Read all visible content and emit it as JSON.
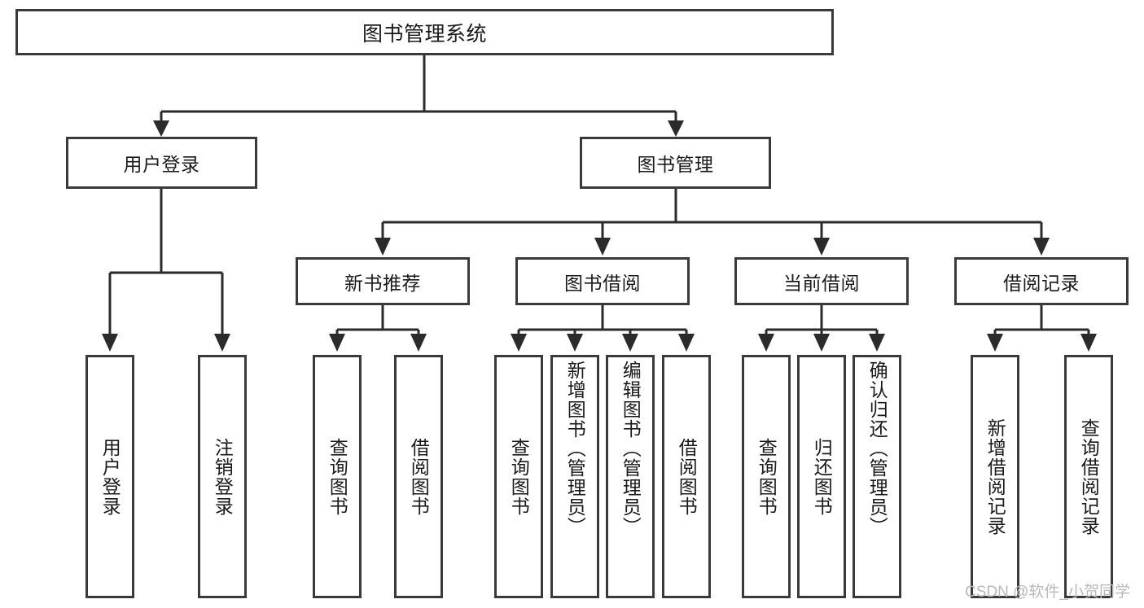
{
  "diagram": {
    "title": "图书管理系统",
    "type": "function-hierarchy-tree",
    "root": {
      "label": "图书管理系统"
    },
    "level2": [
      {
        "id": "user-login",
        "label": "用户登录"
      },
      {
        "id": "book-management",
        "label": "图书管理"
      }
    ],
    "level3": [
      {
        "id": "new-book-recommend",
        "label": "新书推荐",
        "parent": "book-management"
      },
      {
        "id": "book-borrow",
        "label": "图书借阅",
        "parent": "book-management"
      },
      {
        "id": "current-borrow",
        "label": "当前借阅",
        "parent": "book-management"
      },
      {
        "id": "borrow-record",
        "label": "借阅记录",
        "parent": "book-management"
      }
    ],
    "leaves": [
      {
        "id": "leaf-user-login",
        "label": "用户登录",
        "parent": "user-login"
      },
      {
        "id": "leaf-user-logout",
        "label": "注销登录",
        "parent": "user-login"
      },
      {
        "id": "leaf-query-book-1",
        "label": "查询图书",
        "parent": "new-book-recommend"
      },
      {
        "id": "leaf-borrow-book-1",
        "label": "借阅图书",
        "parent": "new-book-recommend"
      },
      {
        "id": "leaf-query-book-2",
        "label": "查询图书",
        "parent": "book-borrow"
      },
      {
        "id": "leaf-add-book",
        "label": "新增图书（管理员）",
        "parent": "book-borrow"
      },
      {
        "id": "leaf-edit-book",
        "label": "编辑图书（管理员）",
        "parent": "book-borrow"
      },
      {
        "id": "leaf-borrow-book-2",
        "label": "借阅图书",
        "parent": "book-borrow"
      },
      {
        "id": "leaf-query-book-3",
        "label": "查询图书",
        "parent": "current-borrow"
      },
      {
        "id": "leaf-return-book",
        "label": "归还图书",
        "parent": "current-borrow"
      },
      {
        "id": "leaf-confirm-return",
        "label": "确认归还（管理员）",
        "parent": "current-borrow"
      },
      {
        "id": "leaf-add-record",
        "label": "新增借阅记录",
        "parent": "borrow-record"
      },
      {
        "id": "leaf-query-record",
        "label": "查询借阅记录",
        "parent": "borrow-record"
      }
    ]
  },
  "watermark": {
    "text": "CSDN @软件_小贺同学"
  },
  "colors": {
    "box_border": "#3a3a3a",
    "connector": "#2b2b2b",
    "text": "#1a1a1a",
    "background": "#ffffff",
    "watermark": "#b9b9b9"
  }
}
